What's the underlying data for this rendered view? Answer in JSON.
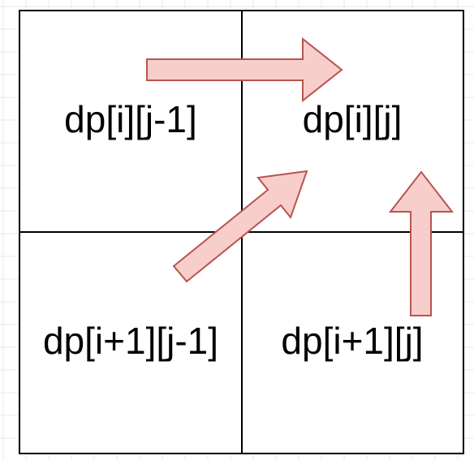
{
  "cells": {
    "top_left": "dp[i][j-1]",
    "top_right": "dp[i][j]",
    "bottom_left": "dp[i+1][j-1]",
    "bottom_right": "dp[i+1][j]"
  },
  "colors": {
    "background": "#ffffff",
    "grid_line": "#e8e8e8",
    "border": "#000000",
    "arrow_fill": "#f8cecc",
    "arrow_stroke": "#b85450",
    "text": "#000000"
  },
  "arrows": [
    {
      "name": "arrow-from-left",
      "direction": "right"
    },
    {
      "name": "arrow-from-bottom-left",
      "direction": "up-right"
    },
    {
      "name": "arrow-from-bottom",
      "direction": "up"
    }
  ]
}
